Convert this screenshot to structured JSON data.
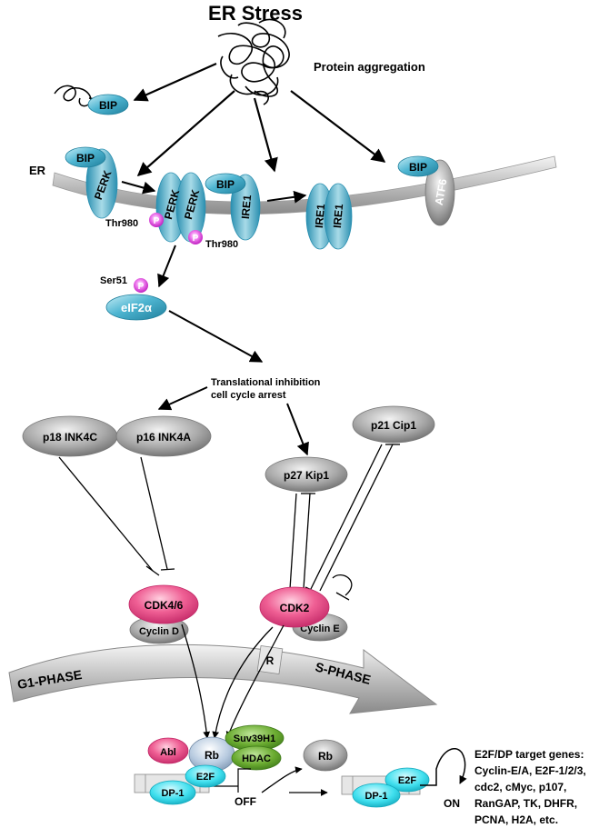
{
  "title": "ER Stress",
  "labels": {
    "protein_aggregation": "Protein aggregation",
    "er": "ER",
    "thr980": "Thr980",
    "ser51": "Ser51",
    "translational_inhibition": "Translational inhibition",
    "cell_cycle_arrest": "cell cycle arrest",
    "g1_phase": "G1-PHASE",
    "s_phase": "S-PHASE",
    "restriction_point": "R",
    "off": "OFF",
    "on": "ON"
  },
  "proteins": {
    "bip": "BIP",
    "perk": "PERK",
    "ire1": "IRE1",
    "atf6": "ATF6",
    "p": "P",
    "eif2a": "eIF2α",
    "p18": "p18 INK4C",
    "p16": "p16 INK4A",
    "p27": "p27 Kip1",
    "p21": "p21 Cip1",
    "cdk46": "CDK4/6",
    "cdk2": "CDK2",
    "cyclin_d": "Cyclin D",
    "cyclin_e": "Cyclin E",
    "abl": "Abl",
    "rb": "Rb",
    "suv39h1": "Suv39H1",
    "hdac": "HDAC",
    "e2f": "E2F",
    "dp1": "DP-1"
  },
  "target_genes": [
    "E2F/DP target genes:",
    "Cyclin-E/A, E2F-1/2/3,",
    "cdc2, cMyc, p107,",
    "RanGAP, TK, DHFR,",
    "PCNA, H2A, etc."
  ],
  "colors": {
    "teal": "#2a9fbf",
    "teal_light": "#a8dbe8",
    "gray": "#8c8c8c",
    "pink": "#e9407e",
    "magenta": "#d63ad6",
    "green": "#5a9a2a",
    "cyan": "#2fd6e6"
  }
}
